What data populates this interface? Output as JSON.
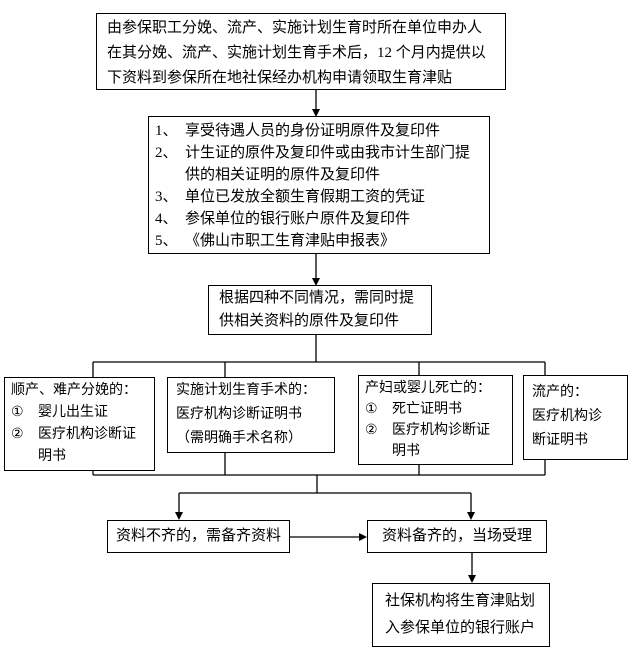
{
  "colors": {
    "ink": "#000000",
    "paper": "#ffffff"
  },
  "flowchart": {
    "start": {
      "lines": [
        "由参保职工分娩、流产、实施计划生育时所在单位申办人",
        "在其分娩、流产、实施计划生育手术后，12 个月内提供以",
        "下资料到参保所在地社保经办机构申请领取生育津贴"
      ]
    },
    "materials": {
      "rows": [
        {
          "num": "1、",
          "text": "享受待遇人员的身份证明原件及复印件"
        },
        {
          "num": "2、",
          "text": "计生证的原件及复印件或由我市计生部门提"
        },
        {
          "num": "",
          "text": "供的相关证明的原件及复印件"
        },
        {
          "num": "3、",
          "text": "单位已发放全额生育假期工资的凭证"
        },
        {
          "num": "4、",
          "text": "参保单位的银行账户原件及复印件"
        },
        {
          "num": "5、",
          "text": "《佛山市职工生育津贴申报表》"
        }
      ]
    },
    "note": {
      "lines": [
        "根据四种不同情况，需同时提",
        "供相关资料的原件及复印件"
      ]
    },
    "cases": {
      "birth": {
        "title": "顺产、难产分娩的：",
        "rows": [
          {
            "num": "①",
            "text": "婴儿出生证"
          },
          {
            "num": "②",
            "text": "医疗机构诊断证"
          },
          {
            "num": "",
            "text": "明书"
          }
        ]
      },
      "surgery": {
        "lines": [
          "实施计划生育手术的：",
          "医疗机构诊断证明书",
          "（需明确手术名称）"
        ]
      },
      "death": {
        "title": "产妇或婴儿死亡的：",
        "rows": [
          {
            "num": "①",
            "text": "死亡证明书"
          },
          {
            "num": "②",
            "text": "医疗机构诊断证"
          },
          {
            "num": "",
            "text": "明书"
          }
        ]
      },
      "miscarriage": {
        "lines": [
          "流产的：",
          "医疗机构诊",
          "断证明书"
        ]
      }
    },
    "incomplete": {
      "label": "资料不齐的，需备齐资料"
    },
    "complete": {
      "label": "资料备齐的，当场受理"
    },
    "payment": {
      "lines": [
        "社保机构将生育津贴划",
        "入参保单位的银行账户"
      ]
    }
  }
}
